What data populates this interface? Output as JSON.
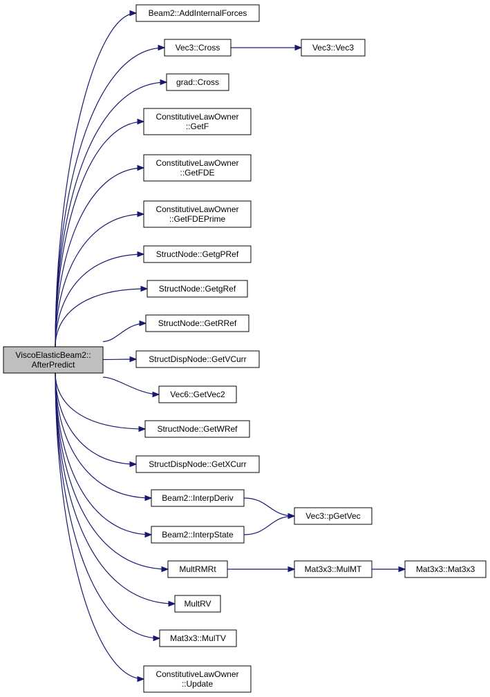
{
  "graph": {
    "colors": {
      "edge": "#191970",
      "node_fill": "#ffffff",
      "root_fill": "#bfbfbf",
      "node_border": "#000000"
    },
    "nodes": [
      {
        "id": "root",
        "lines": [
          "ViscoElasticBeam2::",
          "AfterPredict"
        ],
        "root": true
      },
      {
        "id": "n1",
        "lines": [
          "Beam2::AddInternalForces"
        ]
      },
      {
        "id": "n2",
        "lines": [
          "Vec3::Cross"
        ]
      },
      {
        "id": "n3",
        "lines": [
          "Vec3::Vec3"
        ]
      },
      {
        "id": "n4",
        "lines": [
          "grad::Cross"
        ]
      },
      {
        "id": "n5",
        "lines": [
          "ConstitutiveLawOwner",
          "::GetF"
        ]
      },
      {
        "id": "n6",
        "lines": [
          "ConstitutiveLawOwner",
          "::GetFDE"
        ]
      },
      {
        "id": "n7",
        "lines": [
          "ConstitutiveLawOwner",
          "::GetFDEPrime"
        ]
      },
      {
        "id": "n8",
        "lines": [
          "StructNode::GetgPRef"
        ]
      },
      {
        "id": "n9",
        "lines": [
          "StructNode::GetgRef"
        ]
      },
      {
        "id": "n10",
        "lines": [
          "StructNode::GetRRef"
        ]
      },
      {
        "id": "n11",
        "lines": [
          "StructDispNode::GetVCurr"
        ]
      },
      {
        "id": "n12",
        "lines": [
          "Vec6::GetVec2"
        ]
      },
      {
        "id": "n13",
        "lines": [
          "StructNode::GetWRef"
        ]
      },
      {
        "id": "n14",
        "lines": [
          "StructDispNode::GetXCurr"
        ]
      },
      {
        "id": "n15",
        "lines": [
          "Beam2::InterpDeriv"
        ]
      },
      {
        "id": "n16",
        "lines": [
          "Vec3::pGetVec"
        ]
      },
      {
        "id": "n17",
        "lines": [
          "Beam2::InterpState"
        ]
      },
      {
        "id": "n18",
        "lines": [
          "MultRMRt"
        ]
      },
      {
        "id": "n19",
        "lines": [
          "Mat3x3::MulMT"
        ]
      },
      {
        "id": "n20",
        "lines": [
          "Mat3x3::Mat3x3"
        ]
      },
      {
        "id": "n21",
        "lines": [
          "MultRV"
        ]
      },
      {
        "id": "n22",
        "lines": [
          "Mat3x3::MulTV"
        ]
      },
      {
        "id": "n23",
        "lines": [
          "ConstitutiveLawOwner",
          "::Update"
        ]
      }
    ],
    "edges": [
      {
        "from": "root",
        "to": "n1"
      },
      {
        "from": "root",
        "to": "n2"
      },
      {
        "from": "n2",
        "to": "n3"
      },
      {
        "from": "root",
        "to": "n4"
      },
      {
        "from": "root",
        "to": "n5"
      },
      {
        "from": "root",
        "to": "n6"
      },
      {
        "from": "root",
        "to": "n7"
      },
      {
        "from": "root",
        "to": "n8"
      },
      {
        "from": "root",
        "to": "n9"
      },
      {
        "from": "root",
        "to": "n10"
      },
      {
        "from": "root",
        "to": "n11"
      },
      {
        "from": "root",
        "to": "n12"
      },
      {
        "from": "root",
        "to": "n13"
      },
      {
        "from": "root",
        "to": "n14"
      },
      {
        "from": "root",
        "to": "n15"
      },
      {
        "from": "n15",
        "to": "n16"
      },
      {
        "from": "root",
        "to": "n17"
      },
      {
        "from": "n17",
        "to": "n16"
      },
      {
        "from": "root",
        "to": "n18"
      },
      {
        "from": "n18",
        "to": "n19"
      },
      {
        "from": "n19",
        "to": "n20"
      },
      {
        "from": "root",
        "to": "n21"
      },
      {
        "from": "root",
        "to": "n22"
      },
      {
        "from": "root",
        "to": "n23"
      }
    ]
  }
}
